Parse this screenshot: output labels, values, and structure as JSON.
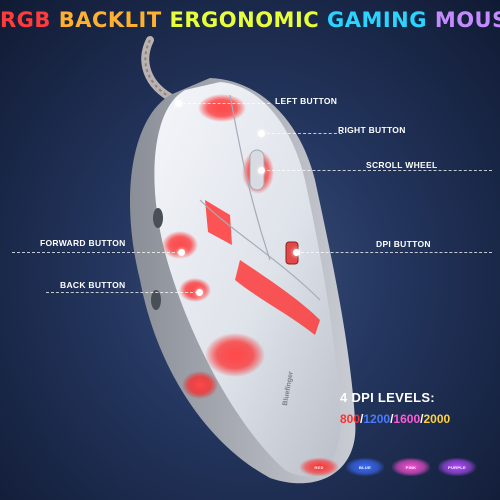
{
  "title": {
    "segments": [
      {
        "text": "RGB ",
        "color": "#ff3b3b"
      },
      {
        "text": "BACKLIT ",
        "color": "#ffb02e"
      },
      {
        "text": "ERGONOMIC ",
        "color": "#e8ff3a"
      },
      {
        "text": "GAMING ",
        "color": "#2ad4ff"
      },
      {
        "text": "MOUSE",
        "color": "#c48bff"
      }
    ]
  },
  "callouts": {
    "left_button": "LEFT BUTTON",
    "right_button": "RIGHT BUTTON",
    "scroll_wheel": "SCROLL WHEEL",
    "forward_button": "FORWARD BUTTON",
    "dpi_button": "DPI BUTTON",
    "back_button": "BACK BUTTON"
  },
  "dpi": {
    "heading": "4 DPI LEVELS:",
    "levels": [
      {
        "value": "800",
        "color": "#ff3030"
      },
      {
        "value": "1200",
        "color": "#4a7bff"
      },
      {
        "value": "1600",
        "color": "#ff5ad8"
      },
      {
        "value": "2000",
        "color": "#ffd23a"
      }
    ],
    "separator": "/"
  },
  "swatches": [
    {
      "label": "RED",
      "color": "#ff2a2a"
    },
    {
      "label": "BLUE",
      "color": "#3a6cff"
    },
    {
      "label": "PINK",
      "color": "#ff4fd8"
    },
    {
      "label": "PURPLE",
      "color": "#b44bff"
    }
  ],
  "product_mark": "Bluefinger"
}
